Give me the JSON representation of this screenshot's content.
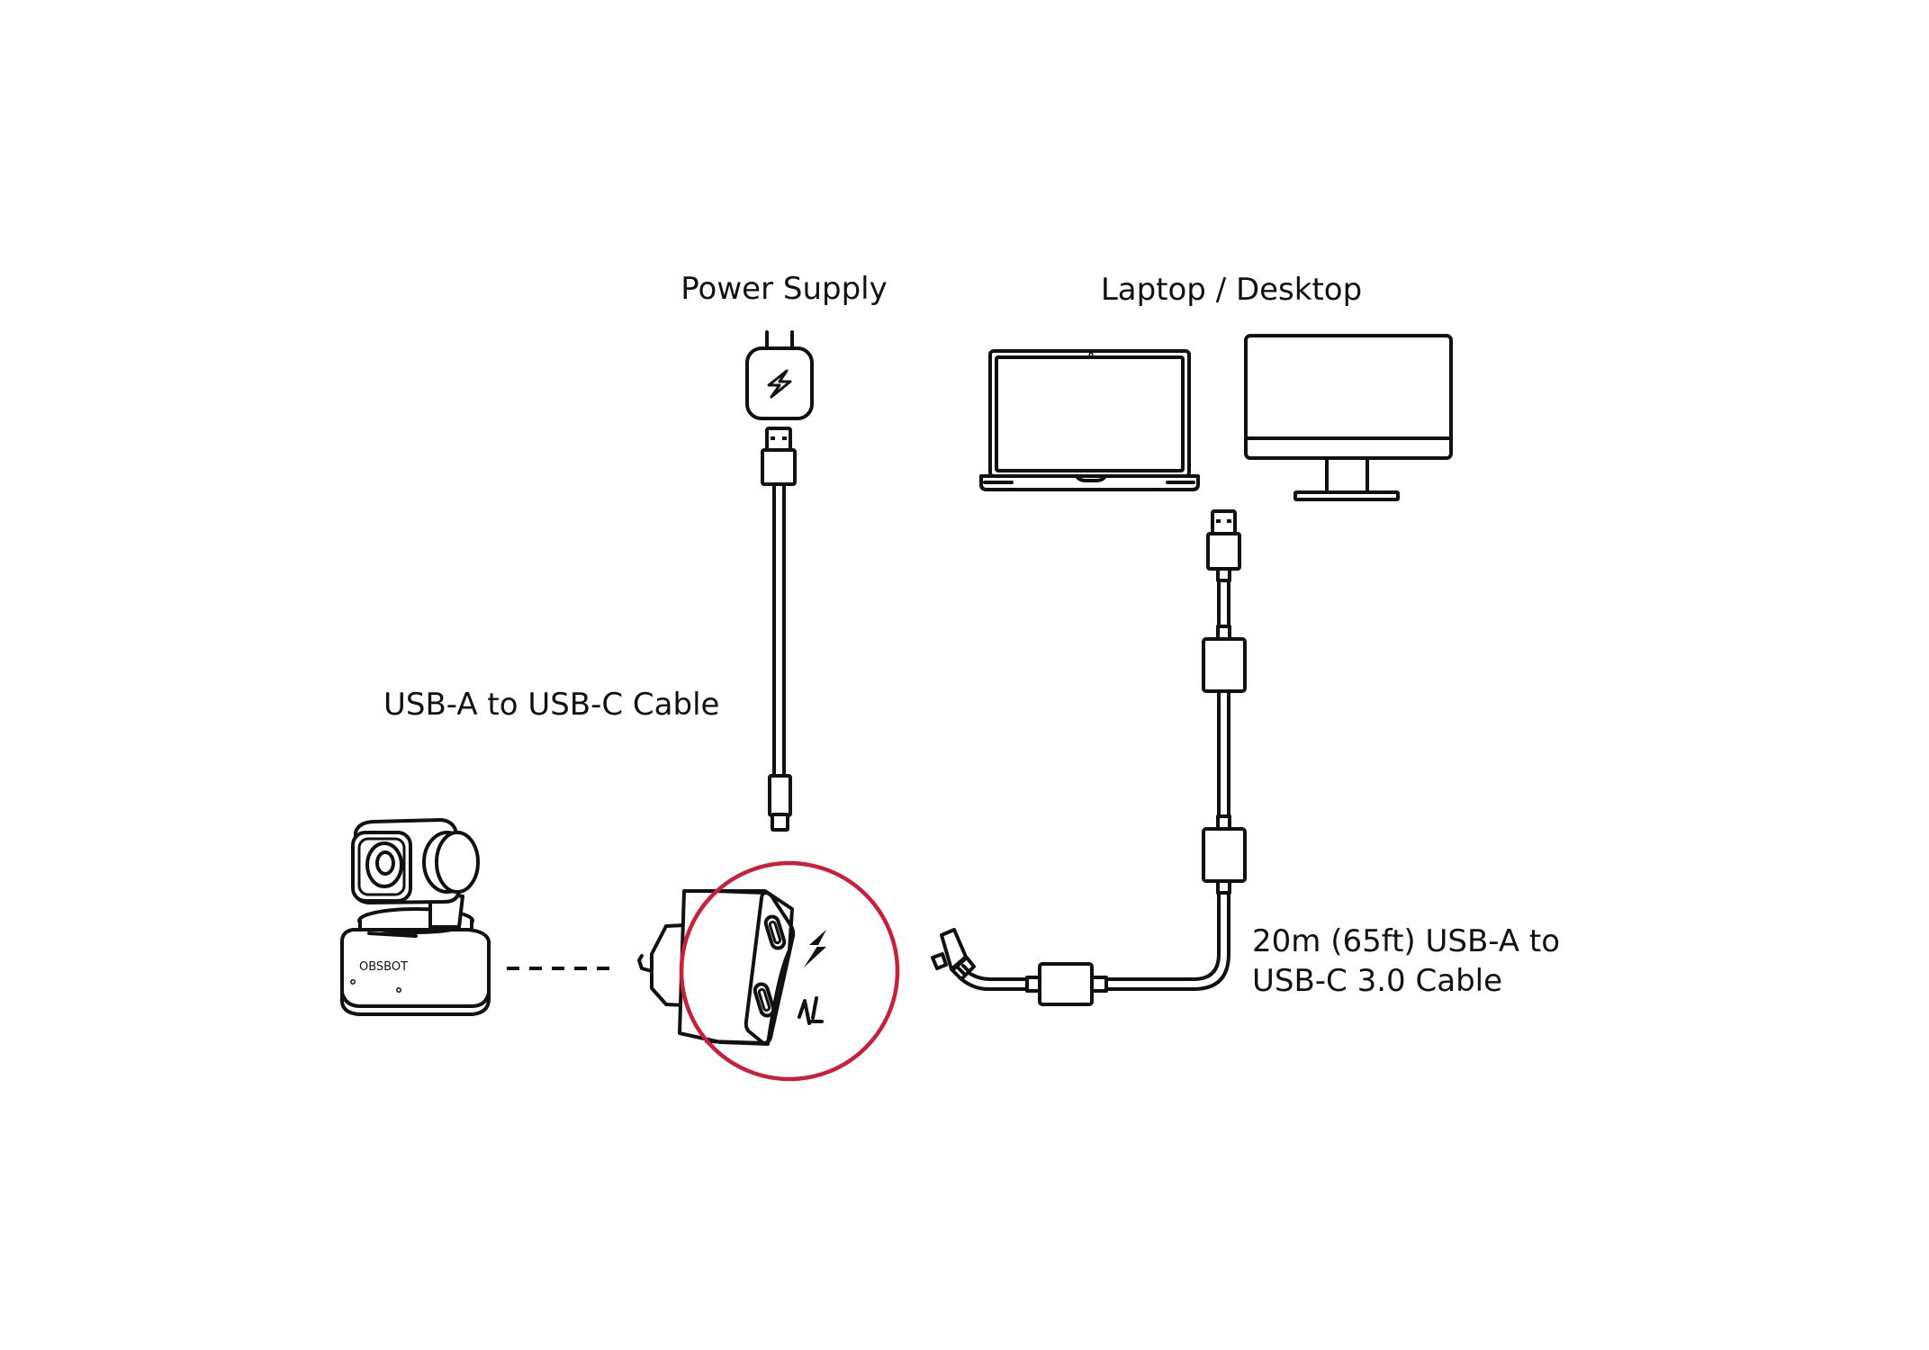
{
  "labels": {
    "power_supply": "Power Supply",
    "laptop_desktop": "Laptop / Desktop",
    "short_cable": "USB-A to USB-C Cable",
    "long_cable_line1": "20m (65ft) USB-A to",
    "long_cable_line2": "USB-C 3.0 Cable",
    "camera_brand": "OBSBOT"
  },
  "icons": {
    "charger": "lightning-bolt-outline",
    "adapter_power": "lightning-bolt",
    "adapter_data": "data-transfer-arrows"
  },
  "colors": {
    "line": "#111111",
    "highlight_circle": "#c8203a",
    "background": "#ffffff"
  }
}
